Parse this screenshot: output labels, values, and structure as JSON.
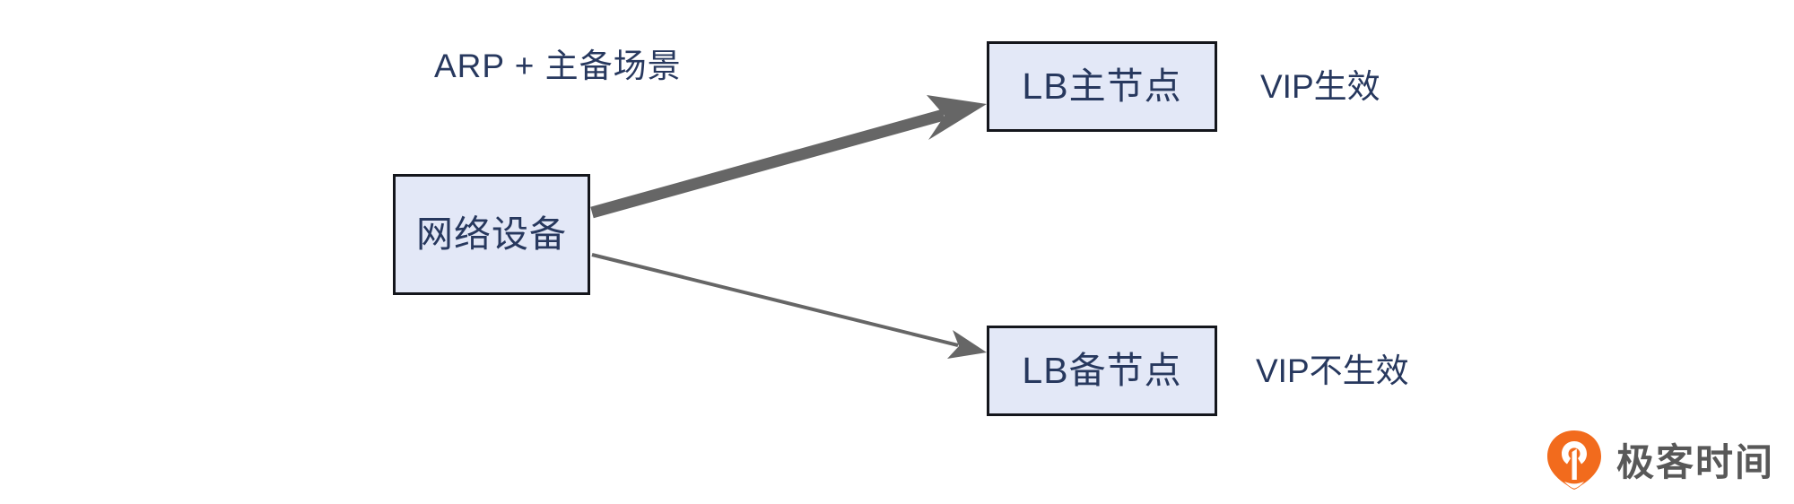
{
  "diagram": {
    "title_label": "ARP + 主备场景",
    "nodes": [
      {
        "id": "network-device",
        "label": "网络设备"
      },
      {
        "id": "lb-master",
        "label": "LB主节点"
      },
      {
        "id": "lb-backup",
        "label": "LB备节点"
      }
    ],
    "annotations": [
      {
        "id": "vip-active",
        "label": "VIP生效"
      },
      {
        "id": "vip-inactive",
        "label": "VIP不生效"
      }
    ],
    "edges": [
      {
        "id": "edge-to-master",
        "from": "network-device",
        "to": "lb-master",
        "style": "thick",
        "width": 13
      },
      {
        "id": "edge-to-backup",
        "from": "network-device",
        "to": "lb-backup",
        "style": "thin",
        "width": 4
      }
    ],
    "colors": {
      "node_fill": "#e3e8f7",
      "node_border": "#14161c",
      "text": "#27385e",
      "edge": "#666666",
      "background": "#ffffff",
      "logo_orange": "#f26b1d",
      "logo_text": "#585858"
    }
  },
  "watermark": {
    "brand": "极客时间",
    "logo_icon": "geektime-pin-logo"
  }
}
